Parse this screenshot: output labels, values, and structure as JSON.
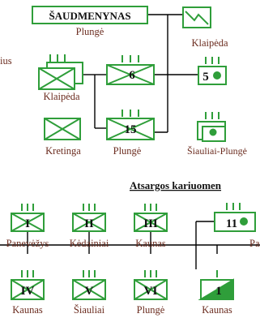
{
  "colors": {
    "unit_green": "#2f9e3a",
    "label_brown": "#6b2c1f",
    "line": "#000000"
  },
  "hq": {
    "name": "ŠAUDMENYNAS",
    "location": "Plungė"
  },
  "top_units": [
    {
      "id": "klaipeda-signal",
      "label": "Klaipėda",
      "icon": "signal-unit-icon"
    },
    {
      "id": "klaipeda-infantry",
      "label": "Klaipėda",
      "icon": "infantry-unit-icon"
    },
    {
      "id": "unit-6",
      "number": "6",
      "icon": "unit-icon"
    },
    {
      "id": "unit-5",
      "number": "5",
      "icon": "artillery-unit-icon"
    },
    {
      "id": "kretinga",
      "label": "Kretinga",
      "icon": "infantry-unit-icon"
    },
    {
      "id": "unit-15",
      "number": "15",
      "label": "Plungė",
      "icon": "unit-icon"
    },
    {
      "id": "siauliai-plunge",
      "label": "Šiauliai-Plungė",
      "icon": "artillery-unit-icon"
    }
  ],
  "left_fragment": "ius",
  "reserve": {
    "title": "Atsargos kariuomen",
    "units": [
      {
        "id": "res-I",
        "roman": "I",
        "label": "Panevėžys",
        "icon": "unit-icon"
      },
      {
        "id": "res-II",
        "roman": "II",
        "label": "Kėdainiai",
        "icon": "unit-icon"
      },
      {
        "id": "res-III",
        "roman": "III",
        "label": "Kaunas",
        "icon": "unit-icon"
      },
      {
        "id": "res-11",
        "number": "11",
        "label": "Pa",
        "icon": "artillery-unit-icon"
      },
      {
        "id": "res-IV",
        "roman": "IV",
        "label": "Kaunas",
        "icon": "unit-icon"
      },
      {
        "id": "res-V",
        "roman": "V",
        "label": "Šiauliai",
        "icon": "unit-icon"
      },
      {
        "id": "res-VI",
        "roman": "VI",
        "label": "Plungė",
        "icon": "unit-icon"
      },
      {
        "id": "res-1",
        "number": "1",
        "label": "Kaunas",
        "icon": "armored-unit-icon"
      }
    ]
  }
}
